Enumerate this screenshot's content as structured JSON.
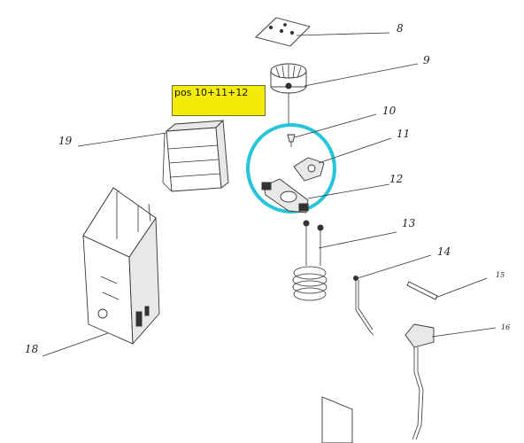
{
  "callout": {
    "text": "pos 10+11+12"
  },
  "labels": {
    "p8": "8",
    "p9": "9",
    "p10": "10",
    "p11": "11",
    "p12": "12",
    "p13": "13",
    "p14": "14",
    "p15": "15",
    "p16": "16",
    "p18": "18",
    "p19": "19"
  },
  "colors": {
    "highlight_circle": "#26c6da",
    "callout_fill": "#f2ec06"
  }
}
